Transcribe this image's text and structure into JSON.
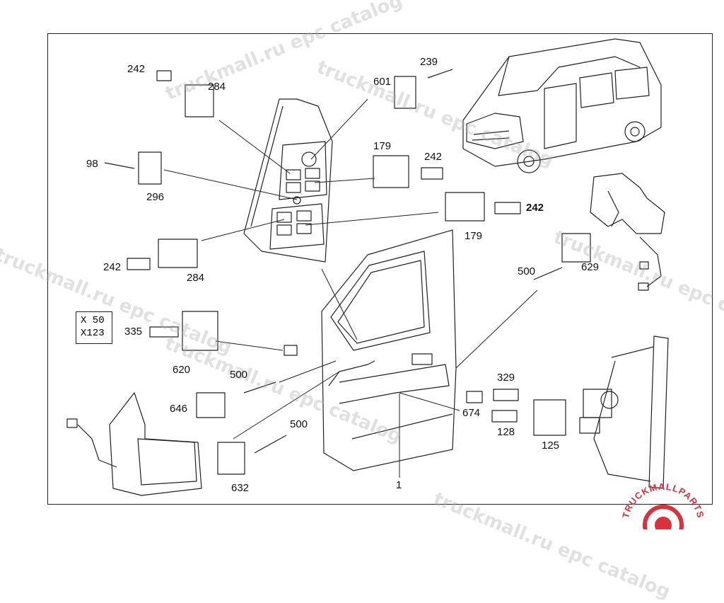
{
  "diagram": {
    "callouts": [
      {
        "id": "c242a",
        "text": "242"
      },
      {
        "id": "c284a",
        "text": "284"
      },
      {
        "id": "c601",
        "text": "601"
      },
      {
        "id": "c239",
        "text": "239"
      },
      {
        "id": "c98",
        "text": "98"
      },
      {
        "id": "c296",
        "text": "296"
      },
      {
        "id": "c179a",
        "text": "179"
      },
      {
        "id": "c242b",
        "text": "242"
      },
      {
        "id": "c242c",
        "text": "242"
      },
      {
        "id": "c179b",
        "text": "179"
      },
      {
        "id": "c242d",
        "text": "242"
      },
      {
        "id": "c284b",
        "text": "284"
      },
      {
        "id": "c500a",
        "text": "500"
      },
      {
        "id": "c629",
        "text": "629"
      },
      {
        "id": "c335",
        "text": "335"
      },
      {
        "id": "c620",
        "text": "620"
      },
      {
        "id": "c500b",
        "text": "500"
      },
      {
        "id": "c329",
        "text": "329"
      },
      {
        "id": "c674",
        "text": "674"
      },
      {
        "id": "c128",
        "text": "128"
      },
      {
        "id": "c646",
        "text": "646"
      },
      {
        "id": "c500c",
        "text": "500"
      },
      {
        "id": "c125",
        "text": "125"
      },
      {
        "id": "c632",
        "text": "632"
      },
      {
        "id": "c1",
        "text": "1"
      }
    ],
    "reference_box": {
      "line1": "X 50",
      "line2": "X123"
    },
    "watermarks": [
      "truckmall.ru epc catalog",
      "truckmall.ru epc catalog",
      "truckmall.ru epc catalog",
      "truckmall.ru epc catalog",
      "truckmall.ru epc catalog",
      "truckmall.ru epc catalog"
    ],
    "logo_text": "TRUCKMALLPARTS",
    "colors": {
      "line": "#222222",
      "logo": "#d9323c",
      "watermark": "#aaaaaa"
    }
  }
}
